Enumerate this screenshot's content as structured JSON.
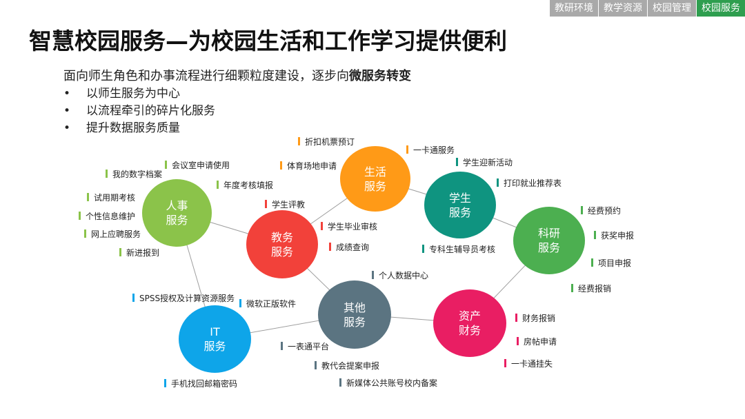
{
  "nav": {
    "tabs": [
      {
        "label": "教研环境",
        "active": false
      },
      {
        "label": "教学资源",
        "active": false
      },
      {
        "label": "校园管理",
        "active": false
      },
      {
        "label": "校园服务",
        "active": true
      }
    ]
  },
  "title": "智慧校园服务—为校园生活和工作学习提供便利",
  "intro": {
    "prefix": "面向师生角色和办事流程进行细颗粒度建设，逐步向",
    "emphasis": "微服务转变"
  },
  "bullets": [
    "以师生服务为中心",
    "以流程牵引的碎片化服务",
    "提升数据服务质量"
  ],
  "nodes": {
    "renshi": {
      "label": "人事\n服务",
      "color": "#8bc34a"
    },
    "jiaowu": {
      "label": "教务\n服务",
      "color": "#f2413a"
    },
    "shenghuo": {
      "label": "生活\n服务",
      "color": "#ff9a17"
    },
    "xuesheng": {
      "label": "学生\n服务",
      "color": "#0f9480"
    },
    "keyan": {
      "label": "科研\n服务",
      "color": "#4caf50"
    },
    "qita": {
      "label": "其他\n服务",
      "color": "#5b7481"
    },
    "it": {
      "label": "IT\n服务",
      "color": "#0ea5e9"
    },
    "zichan": {
      "label": "资产\n财务",
      "color": "#e91e63"
    }
  },
  "items": {
    "renshi": [
      "会议室申请使用",
      "我的数字档案",
      "年度考核填报",
      "试用期考核",
      "个性信息维护",
      "网上应聘服务",
      "新进报到"
    ],
    "jiaowu": [
      "学生评教",
      "学生毕业审核",
      "成绩查询"
    ],
    "shenghuo": [
      "折扣机票预订",
      "一卡通服务",
      "体育场地申请"
    ],
    "xuesheng": [
      "学生迎新活动",
      "打印就业推荐表",
      "专科生辅导员考核"
    ],
    "keyan": [
      "经费预约",
      "获奖申报",
      "项目申报",
      "经费报销"
    ],
    "qita": [
      "个人数据中心",
      "一表通平台",
      "教代会提案申报",
      "新媒体公共账号校内备案"
    ],
    "it": [
      "SPSS授权及计算资源服务",
      "微软正版软件",
      "手机找回邮箱密码"
    ],
    "zichan": [
      "财务报销",
      "房帖申请",
      "一卡通挂失"
    ]
  }
}
